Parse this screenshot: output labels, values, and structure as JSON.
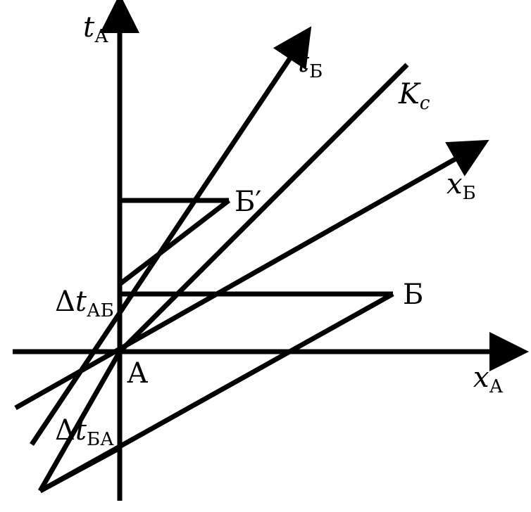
{
  "colors": {
    "ink": "#000000",
    "background": "#ffffff"
  },
  "labels": {
    "axis_t_a": {
      "main": "t",
      "sub": "А"
    },
    "axis_t_b": {
      "main": "t",
      "sub": "Б"
    },
    "light_line": {
      "main": "K",
      "sub": "c"
    },
    "axis_x_b": {
      "main": "x",
      "sub": "Б"
    },
    "axis_x_a": {
      "main": "x",
      "sub": "А"
    },
    "event_b_prime": "Б′",
    "event_b": "Б",
    "origin": "А",
    "delta_t_ab": {
      "delta": "Δ",
      "main": "t",
      "sub": "АБ"
    },
    "delta_t_ba": {
      "delta": "Δ",
      "main": "t",
      "sub": "БА"
    }
  }
}
